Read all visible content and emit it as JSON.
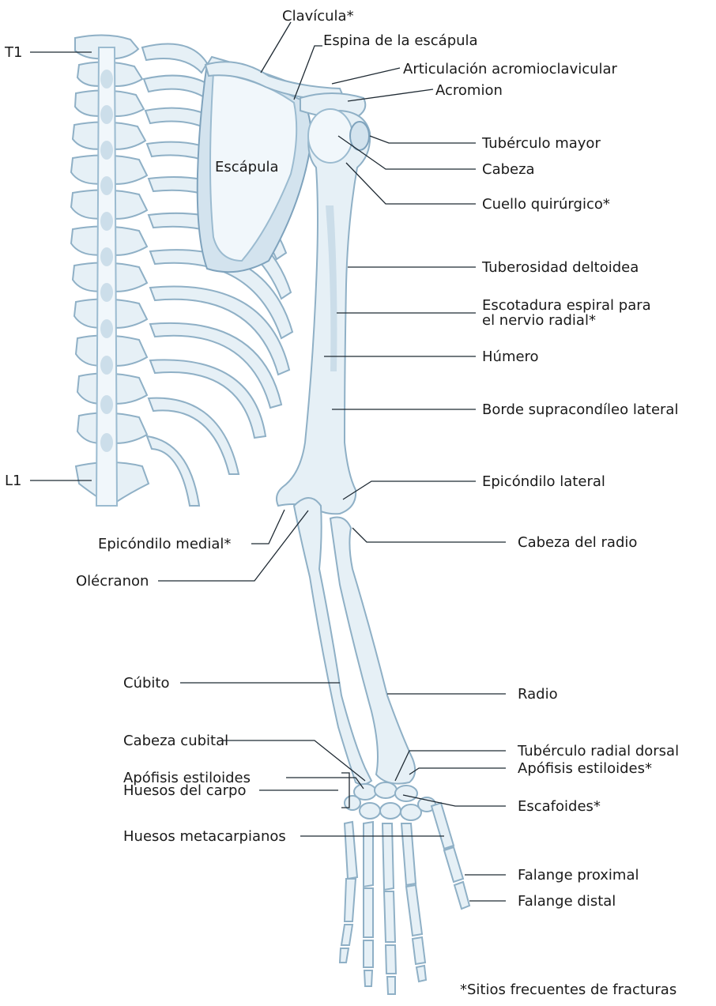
{
  "labels": {
    "clavicula": "Clavícula*",
    "espina_escapula": "Espina de la escápula",
    "art_acromioclavicular": "Articulación acromioclavicular",
    "acromion": "Acromion",
    "t1": "T1",
    "escapula": "Escápula",
    "tuberculo_mayor": "Tubérculo mayor",
    "cabeza": "Cabeza",
    "cuello_quirurgico": "Cuello quirúrgico*",
    "tuberosidad_deltoidea": "Tuberosidad deltoidea",
    "escotadura_1": "Escotadura espiral para",
    "escotadura_2": "el nervio radial*",
    "humero": "Húmero",
    "borde_supracondileo": "Borde supracondíleo lateral",
    "l1": "L1",
    "epicondilo_lateral": "Epicóndilo lateral",
    "epicondilo_medial": "Epicóndilo medial*",
    "cabeza_radio": "Cabeza del radio",
    "olecranon": "Olécranon",
    "cubito": "Cúbito",
    "radio": "Radio",
    "cabeza_cubital": "Cabeza cubital",
    "tuberculo_radial": "Tubérculo radial dorsal",
    "apofisis_estiloides": "Apófisis estiloides",
    "apofisis_estiloides_ast": "Apófisis estiloides*",
    "huesos_carpo": "Huesos del carpo",
    "escafoides": "Escafoides*",
    "huesos_metacarpianos": "Huesos metacarpianos",
    "falange_proximal": "Falange proximal",
    "falange_distal": "Falange distal",
    "footnote": "*Sitios frecuentes de fracturas"
  }
}
